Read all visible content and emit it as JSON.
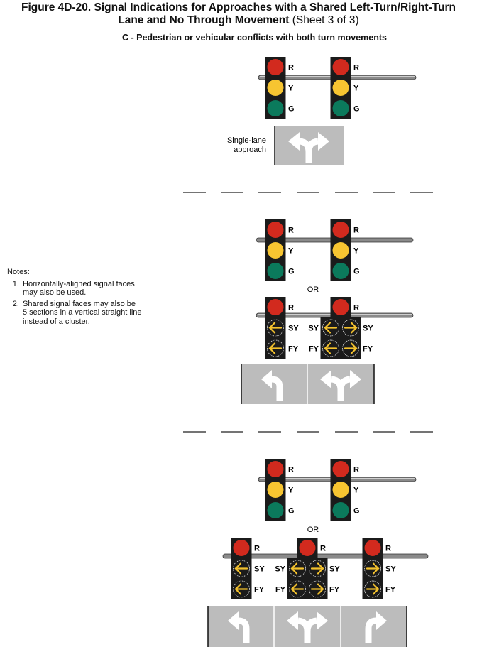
{
  "title": {
    "line1": "Figure 4D-20.  Signal Indications for Approaches with a Shared Left-Turn/Right-Turn",
    "line2_bold": "Lane and No Through Movement",
    "line2_normal": " (Sheet 3 of 3)"
  },
  "subtitle": "C - Pedestrian or vehicular conflicts with both turn movements",
  "approach_label": [
    "Single-lane",
    "approach"
  ],
  "or_label": "OR",
  "notes": {
    "heading": "Notes:",
    "items": [
      "Horizontally-aligned signal faces may also be used.",
      "Shared signal faces may also be 5 sections in a vertical straight line instead of a cluster."
    ]
  },
  "signal_labels": {
    "R": "R",
    "Y": "Y",
    "G": "G",
    "SY": "SY",
    "FY": "FY"
  },
  "colors": {
    "red": "#d22a1e",
    "yellow": "#f7c531",
    "green": "#0b7a5c",
    "arrow_yellow": "#f2c12e",
    "housing": "#1b1b1b",
    "pavement": "#bcbcbc"
  }
}
